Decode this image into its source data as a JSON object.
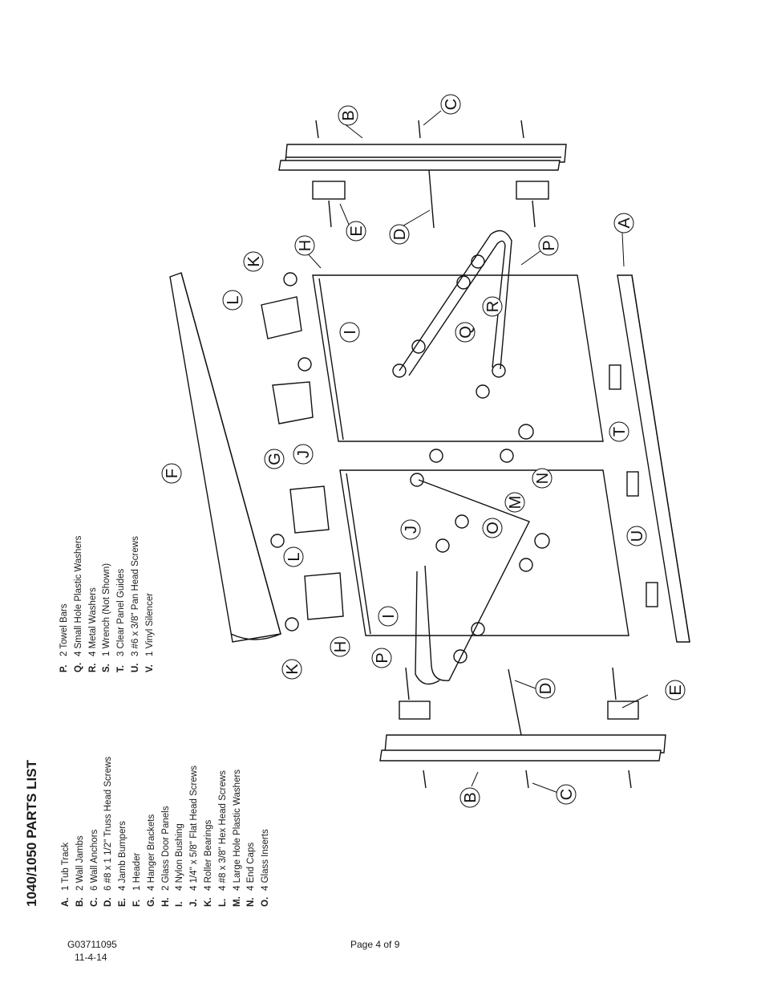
{
  "title": "1040/1050 PARTS LIST",
  "parts_left": [
    {
      "letter": "A.",
      "text": "1 Tub Track"
    },
    {
      "letter": "B.",
      "text": "2 Wall Jambs"
    },
    {
      "letter": "C.",
      "text": "6 Wall Anchors"
    },
    {
      "letter": "D.",
      "text": "6 #8 x 1 1/2\" Truss Head Screws"
    },
    {
      "letter": "E.",
      "text": "4 Jamb Bumpers"
    },
    {
      "letter": "F.",
      "text": "1 Header"
    },
    {
      "letter": "G.",
      "text": "4 Hanger Brackets"
    },
    {
      "letter": "H.",
      "text": "2 Glass Door Panels"
    },
    {
      "letter": "I.",
      "text": "4 Nylon Bushing"
    },
    {
      "letter": "J.",
      "text": "4 1/4\" x 5/8\" Flat Head Screws"
    },
    {
      "letter": "K.",
      "text": "4 Roller Bearings"
    },
    {
      "letter": "L.",
      "text": "4 #8 x 3/8\" Hex Head Screws"
    },
    {
      "letter": "M.",
      "text": "4 Large Hole Plastic Washers"
    },
    {
      "letter": "N.",
      "text": "4 End Caps"
    },
    {
      "letter": "O.",
      "text": "4 Glass Inserts"
    }
  ],
  "parts_right": [
    {
      "letter": "P.",
      "text": "2 Towel Bars"
    },
    {
      "letter": "Q.",
      "text": "4 Small Hole Plastic Washers"
    },
    {
      "letter": "R.",
      "text": "4 Metal Washers"
    },
    {
      "letter": "S.",
      "text": "1 Wrench (Not Shown)"
    },
    {
      "letter": "T.",
      "text": "3 Clear Panel Guides"
    },
    {
      "letter": "U.",
      "text": "3 #6 x 3/8\" Pan Head Screws"
    },
    {
      "letter": "V.",
      "text": "1 Vinyl Silencer"
    }
  ],
  "footer": {
    "code": "G03711095",
    "date": "11-4-14",
    "page": "Page 4 of 9"
  },
  "callouts": [
    "B",
    "C",
    "E",
    "D",
    "A",
    "H",
    "K",
    "L",
    "P",
    "I",
    "R",
    "Q",
    "F",
    "G",
    "J",
    "T",
    "N",
    "M",
    "O",
    "U",
    "J",
    "L",
    "I",
    "H",
    "K",
    "P",
    "D",
    "E",
    "B",
    "C"
  ]
}
